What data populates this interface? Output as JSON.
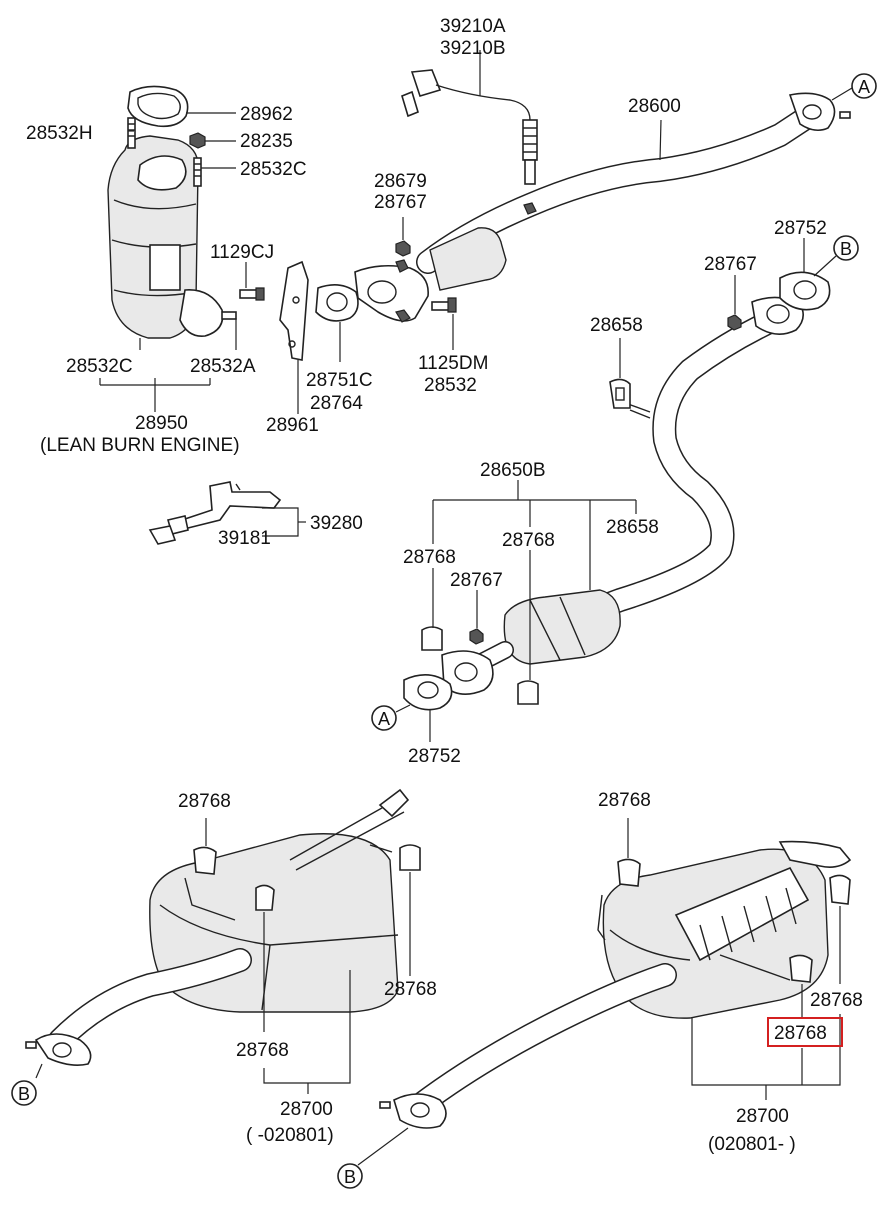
{
  "labels": {
    "p39210a": "39210A",
    "p39210b": "39210B",
    "p28600": "28600",
    "p28962": "28962",
    "p28532h": "28532H",
    "p28235": "28235",
    "p28532c_top": "28532C",
    "p28679": "28679",
    "p28767_a": "28767",
    "p1129cj": "1129CJ",
    "p28752_top": "28752",
    "p28767_b": "28767",
    "p28658_top": "28658",
    "p28532c_bot": "28532C",
    "p28532a": "28532A",
    "p28751c": "28751C",
    "p28764": "28764",
    "p1125dm": "1125DM",
    "p28532": "28532",
    "p28950": "28950",
    "p28961": "28961",
    "lean_burn": "(LEAN BURN ENGINE)",
    "p39280": "39280",
    "p39181": "39181",
    "p28650b": "28650B",
    "p28768_a": "28768",
    "p28768_b": "28768",
    "p28658_mid": "28658",
    "p28767_c": "28767",
    "p28752_bot": "28752",
    "p28768_left_top": "28768",
    "p28768_left_right": "28768",
    "p28768_left_bot": "28768",
    "p28700_left": "28700",
    "p28700_left_range": "( -020801)",
    "p28768_right_top": "28768",
    "p28768_right_side": "28768",
    "p28768_highlight": "28768",
    "p28700_right": "28700",
    "p28700_right_range": "(020801- )"
  },
  "markers": {
    "a_top": "A",
    "b_top": "B",
    "a_bot": "A",
    "b_left": "B",
    "b_right": "B"
  },
  "colors": {
    "highlight": "#d42020",
    "ink": "#222222"
  }
}
